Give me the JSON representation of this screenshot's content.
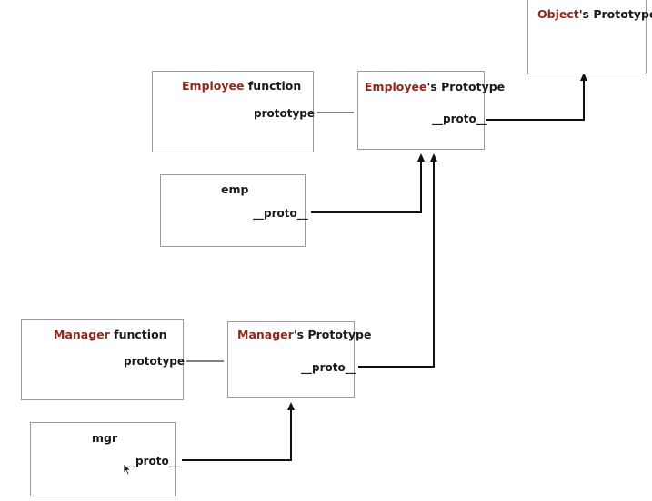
{
  "boxes": {
    "object_proto": {
      "accent": "Object",
      "rest": "'s Prototype"
    },
    "employee_fn": {
      "accent": "Employee",
      "rest": " function",
      "field": "prototype"
    },
    "employee_proto": {
      "accent": "Employee",
      "rest": "'s Prototype",
      "field": "__proto__"
    },
    "emp": {
      "title": "emp",
      "field": "__proto__"
    },
    "manager_fn": {
      "accent": "Manager",
      "rest": " function",
      "field": "prototype"
    },
    "manager_proto": {
      "accent": "Manager",
      "rest": "'s Prototype",
      "field": "__proto__"
    },
    "mgr": {
      "title": "mgr",
      "field": "__proto__"
    }
  },
  "colors": {
    "accent": "#8b2a1e",
    "text": "#1a1a1a",
    "border": "#9a9a9a",
    "connector": "#111111"
  }
}
